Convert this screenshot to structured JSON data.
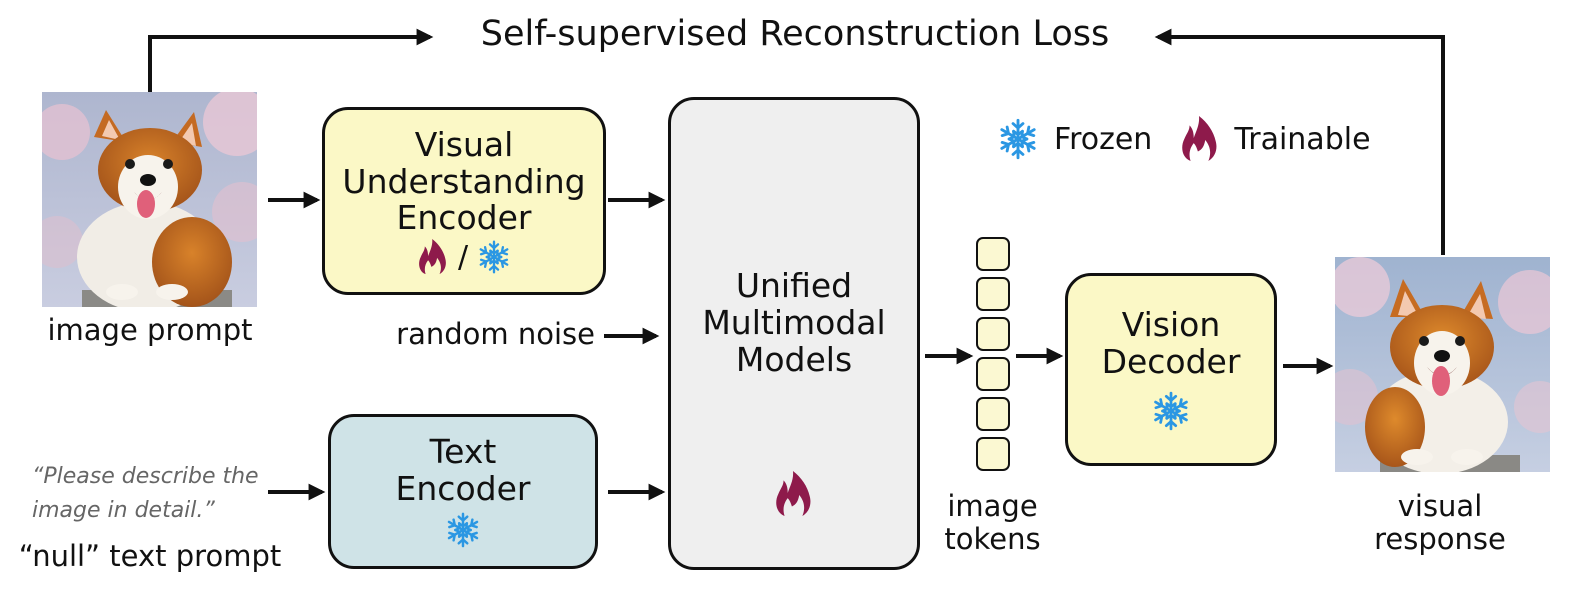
{
  "title": "Self-supervised Reconstruction Loss",
  "legend": {
    "frozen_label": "Frozen",
    "trainable_label": "Trainable",
    "frozen_icon": "snowflake-icon",
    "trainable_icon": "flame-icon"
  },
  "inputs": {
    "image_prompt_label": "image prompt",
    "random_noise_label": "random noise",
    "quote_line1": "“Please describe the",
    "quote_line2": "image in detail.”",
    "null_prompt_label": "“null” text prompt"
  },
  "modules": {
    "visual_encoder": {
      "line1": "Visual",
      "line2": "Understanding",
      "line3": "Encoder",
      "separator": "/"
    },
    "text_encoder": {
      "line1": "Text",
      "line2": "Encoder"
    },
    "umm": {
      "line1": "Unified",
      "line2": "Multimodal",
      "line3": "Models"
    },
    "vision_decoder": {
      "line1": "Vision",
      "line2": "Decoder"
    }
  },
  "tokens": {
    "label_line1": "image",
    "label_line2": "tokens"
  },
  "output": {
    "label_line1": "visual",
    "label_line2": "response"
  },
  "colors": {
    "yellow_box": "#fbf8c6",
    "blue_box": "#cfe3e7",
    "gray_box": "#efefef",
    "snowflake": "#2b97e3",
    "flame": "#8e1a4b",
    "arrow": "#111111",
    "quote_text": "#666666"
  }
}
